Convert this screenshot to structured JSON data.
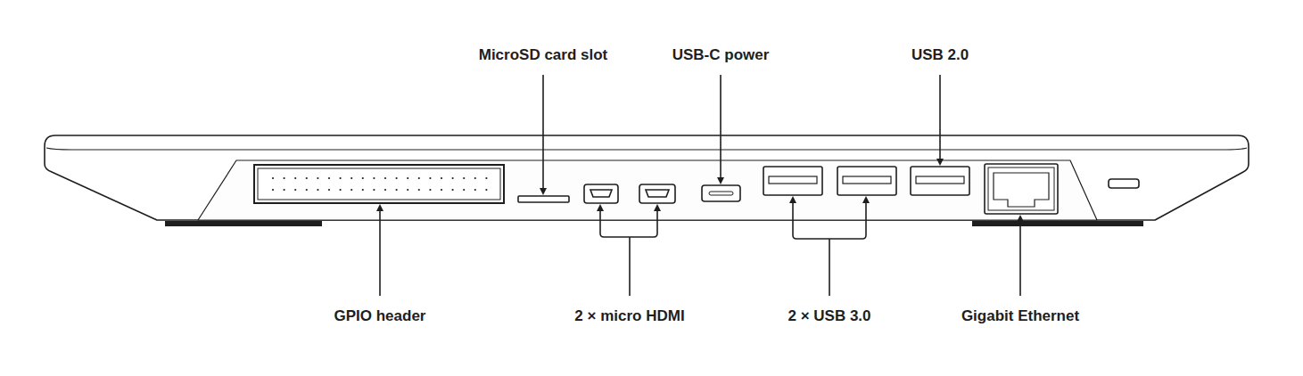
{
  "diagram": {
    "labels": [
      "MicroSD card slot",
      "USB-C power",
      "USB 2.0",
      "GPIO header",
      "2 × micro HDMI",
      "2 × USB 3.0",
      "Gigabit Ethernet"
    ]
  }
}
